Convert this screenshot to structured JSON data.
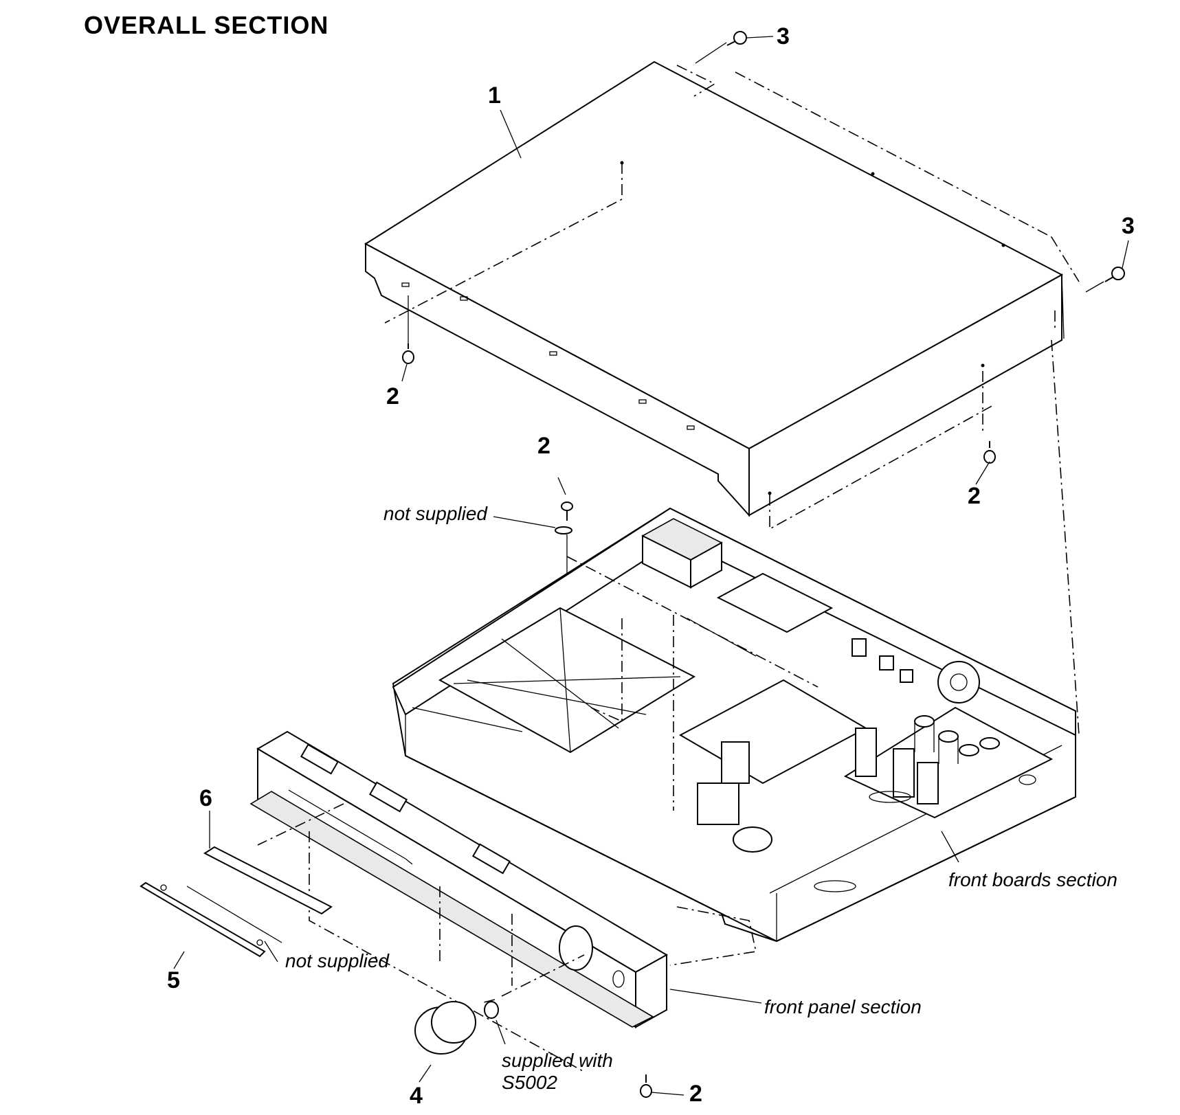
{
  "title": "OVERALL SECTION",
  "part_numbers": {
    "cover": "1",
    "screw_cover_left": "2",
    "screw_chassis_top": "2",
    "screw_cover_right": "2",
    "screw_front_bottom": "2",
    "screw_top_left": "3",
    "screw_top_right": "3",
    "knob": "4",
    "part5": "5",
    "part6": "6"
  },
  "notes": {
    "not_supplied_top": "not supplied",
    "not_supplied_bottom": "not supplied",
    "front_boards": "front boards section",
    "front_panel": "front panel section",
    "supplied_with_line1": "supplied with",
    "supplied_with_line2": "S5002"
  }
}
